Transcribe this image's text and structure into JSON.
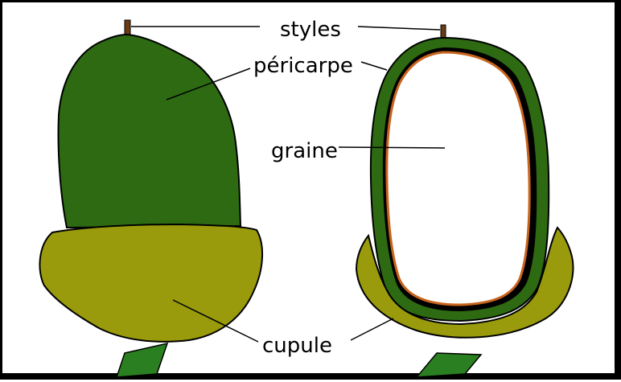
{
  "labels": {
    "styles": "styles",
    "pericarpe": "péricarpe",
    "graine": "graine",
    "cupule": "cupule"
  },
  "colors": {
    "pericarp_dark_green": "#2d6a12",
    "cupule_olive": "#999b0c",
    "stem_green": "#2a7f20",
    "seed_outline_orange": "#c8641e",
    "style_brown": "#6b3c14"
  }
}
